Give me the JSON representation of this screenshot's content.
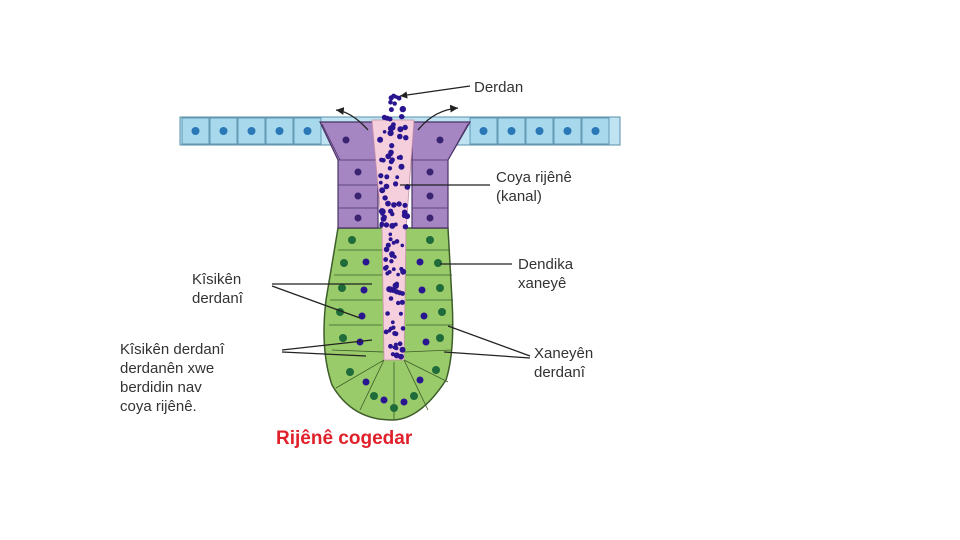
{
  "diagram": {
    "labels": {
      "secretion": "Derdan",
      "duct_line1": "Coya rijênê",
      "duct_line2": "(kanal)",
      "connective_line1": "Dendika",
      "connective_line2": "xaneyê",
      "vesicles_line1": "Kîsikên",
      "vesicles_line2": "derdanî",
      "release_line1": "Kîsikên derdanî",
      "release_line2": "derdanên xwe",
      "release_line3": "berdidin nav",
      "release_line4": "coya rijênê.",
      "cells_line1": "Xaneyên",
      "cells_line2": "derdanî"
    },
    "title": "Rijênê cogedar",
    "colors": {
      "surface_cell": "#a8d8ec",
      "duct_cell": "#9b78b5",
      "secretory_cell": "#8cc25e",
      "lumen": "#f2c7d6",
      "granule": "#2a1590",
      "nucleus_surface": "#2a78b8",
      "nucleus_green": "#1f6b3a",
      "title": "#e0202a"
    }
  }
}
